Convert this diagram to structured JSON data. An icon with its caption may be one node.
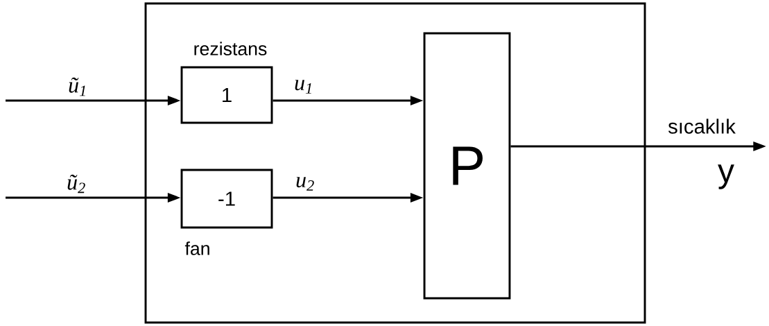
{
  "diagram": {
    "nodes": [
      {
        "text": [],
        "shape": "box"
      },
      {
        "text": [
          "1"
        ],
        "beside": [
          "rezistans"
        ],
        "in": 0
      },
      {
        "text": [
          "-1"
        ],
        "beside": [
          "fan"
        ],
        "in": 0
      },
      {
        "text": [
          "P"
        ],
        "in": 0
      }
    ],
    "edges": [
      {
        "from": null,
        "to": 1,
        "arrow": "to",
        "label": "ũ$_{1}$"
      },
      {
        "from": null,
        "to": 2,
        "arrow": "to",
        "label": "ũ$_{2}$"
      },
      {
        "from": 1,
        "to": 3,
        "arrow": "to",
        "label": "u$_{1}$"
      },
      {
        "from": 2,
        "to": 3,
        "arrow": "to",
        "label": "u$_{2}$"
      },
      {
        "from": 3,
        "to": null,
        "arrow": "to",
        "label": "sıcaklık"
      }
    ],
    "labels": [
      "y"
    ]
  }
}
